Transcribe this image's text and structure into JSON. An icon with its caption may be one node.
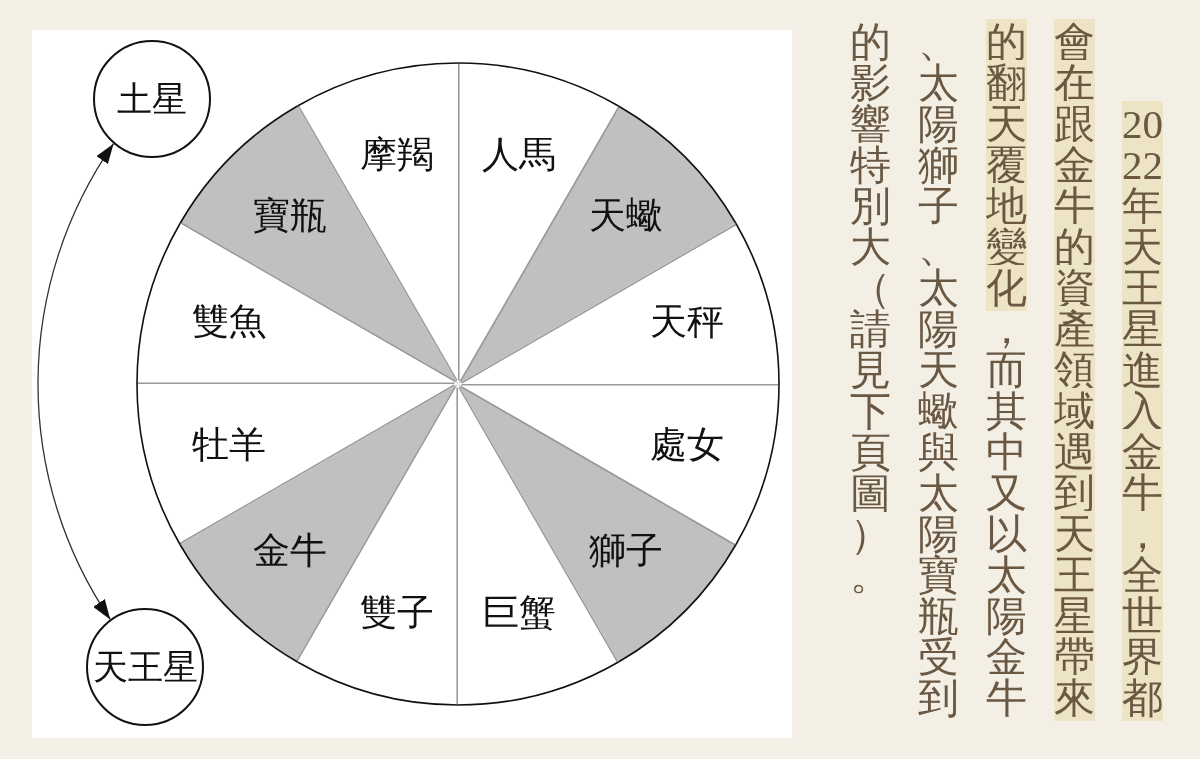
{
  "diagram": {
    "nodes": [
      {
        "text": [
          "土星"
        ]
      },
      {
        "text": [
          "天王星"
        ]
      },
      {
        "text": [
          "摩羯"
        ]
      },
      {
        "text": [
          "人馬"
        ]
      },
      {
        "text": [
          "寶瓶"
        ]
      },
      {
        "text": [
          "天蠍"
        ]
      },
      {
        "text": [
          "雙魚"
        ]
      },
      {
        "text": [
          "天秤"
        ]
      },
      {
        "text": [
          "牡羊"
        ]
      },
      {
        "text": [
          "處女"
        ]
      },
      {
        "text": [
          "金牛"
        ]
      },
      {
        "text": [
          "獅子"
        ]
      },
      {
        "text": [
          "雙子"
        ]
      },
      {
        "text": [
          "巨蟹"
        ]
      }
    ],
    "edges": [
      {
        "from": 0,
        "to": 1,
        "arrow": "both"
      }
    ],
    "labels": [
      "2022年天王星進入金牛，全世界都會在跟金牛的資產領域遇到天王星帶來的翻天覆地變化，而其中又以太陽金牛、太陽獅子、太陽天蠍與太陽寶瓶受到的影響特別大（請見下頁圖）。"
    ]
  }
}
